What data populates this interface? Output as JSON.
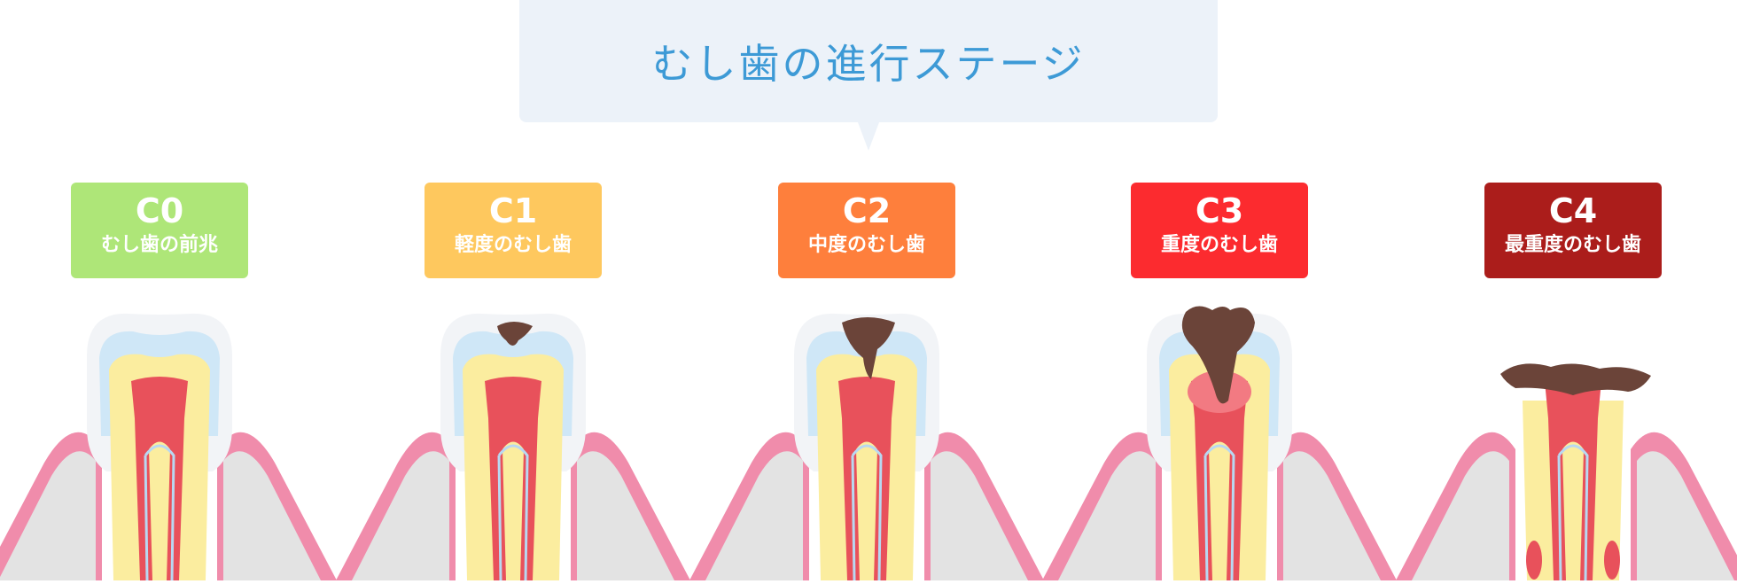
{
  "title": "むし歯の進行ステージ",
  "stages": [
    {
      "code": "C0",
      "label": "むし歯の前兆",
      "color": "#aee678"
    },
    {
      "code": "C1",
      "label": "軽度のむし歯",
      "color": "#fec85e"
    },
    {
      "code": "C2",
      "label": "中度のむし歯",
      "color": "#fe7f3c"
    },
    {
      "code": "C3",
      "label": "重度のむし歯",
      "color": "#fc2b2f"
    },
    {
      "code": "C4",
      "label": "最重度のむし歯",
      "color": "#ab1d1b"
    }
  ],
  "colors": {
    "title_bg": "#ecf2f9",
    "title_text": "#3d9ad6",
    "gum": "#f08cab",
    "bone": "#e3e3e3",
    "enamel": "#cfe7f7",
    "dentin": "#fbed9f",
    "pulp": "#e8515b",
    "decay": "#6b4439"
  }
}
